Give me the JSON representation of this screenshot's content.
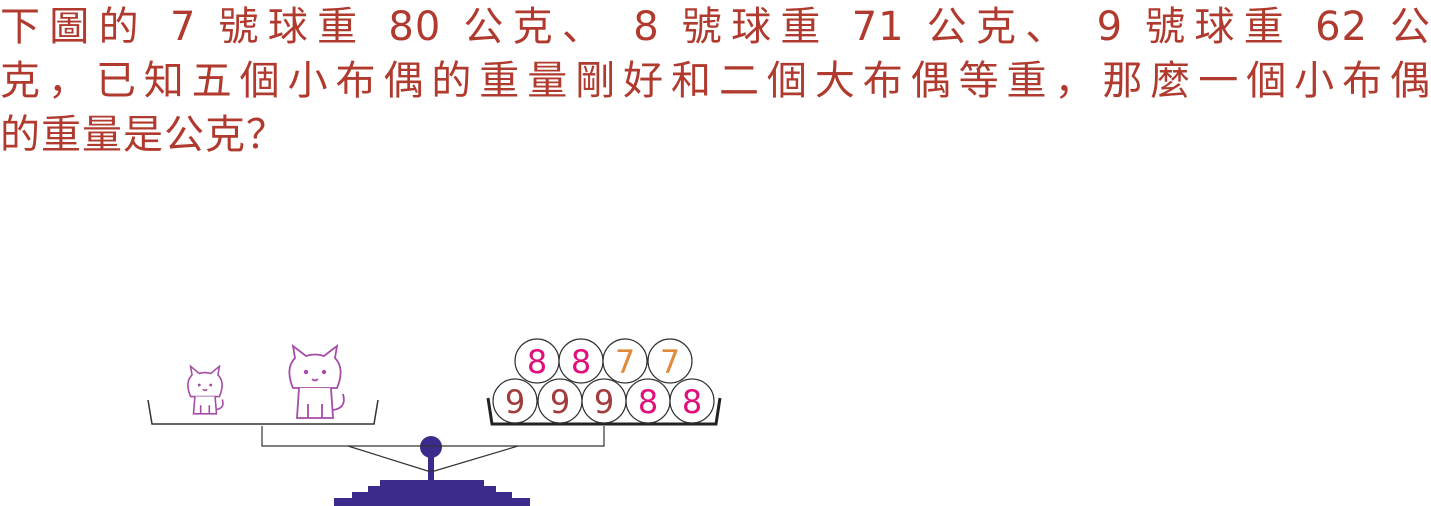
{
  "question": {
    "lines": [
      "下圖的 7 號球重 80 公克、 8 號球重 71 公克、 9 號球重 62 公",
      "克，已知五個小布偶的重量剛好和二個大布偶等重，那麼一個小布偶",
      "的重量是公克？"
    ]
  },
  "scale": {
    "left_pan": {
      "items": [
        "small-cat-doll",
        "large-cat-doll"
      ]
    },
    "right_pan": {
      "top_row": [
        "8",
        "8",
        "7",
        "7"
      ],
      "bottom_row": [
        "9",
        "9",
        "9",
        "8",
        "8"
      ]
    }
  },
  "colors": {
    "text": "#b03a2e",
    "cat": "#a64ca6",
    "ball_7": "#e08a3c",
    "ball_8": "#e0107a",
    "ball_9": "#a23b3b",
    "base": "#3c2a8c",
    "line": "#333333"
  }
}
